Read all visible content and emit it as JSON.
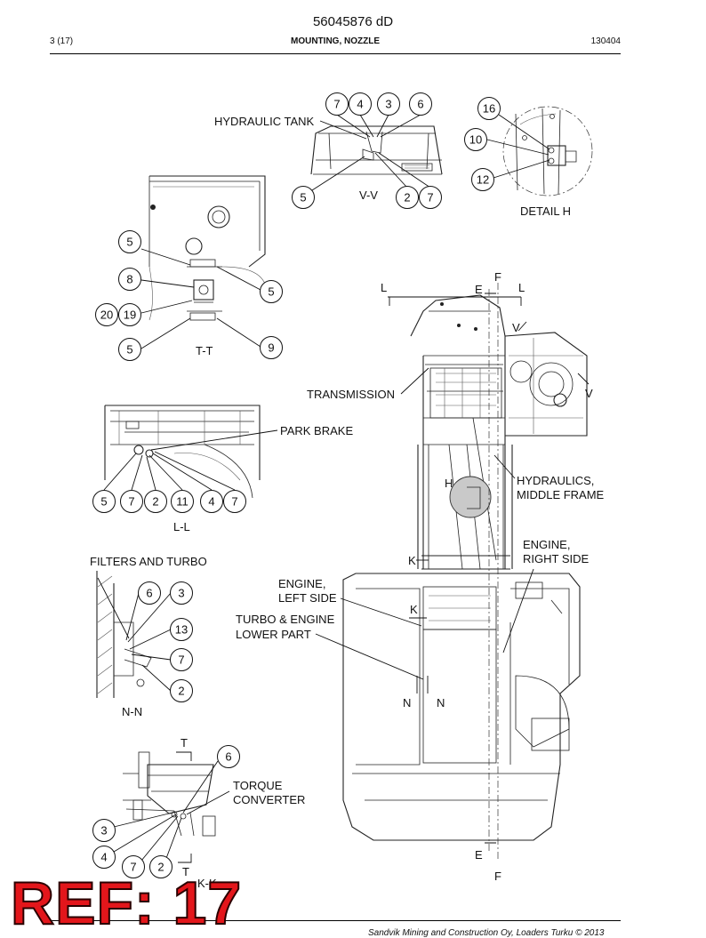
{
  "header": {
    "doc_number": "56045876 dD",
    "page": "3 (17)",
    "title": "MOUNTING, NOZZLE",
    "date": "130404"
  },
  "views": {
    "vv": {
      "title": "HYDRAULIC TANK",
      "caption": "V-V",
      "callouts": [
        "7",
        "4",
        "3",
        "6",
        "5",
        "2",
        "7"
      ]
    },
    "detail_h": {
      "caption": "DETAIL H",
      "callouts": [
        "16",
        "10",
        "12"
      ]
    },
    "tt": {
      "caption": "T-T",
      "callouts": [
        "5",
        "8",
        "5",
        "20",
        "19",
        "5",
        "9"
      ]
    },
    "ll": {
      "title": "PARK BRAKE",
      "caption": "L-L",
      "callouts": [
        "5",
        "7",
        "2",
        "11",
        "4",
        "7"
      ]
    },
    "nn": {
      "title": "FILTERS AND TURBO",
      "caption": "N-N",
      "callouts": [
        "6",
        "3",
        "13",
        "7",
        "2"
      ]
    },
    "kk": {
      "title_line1": "TORQUE",
      "title_line2": "CONVERTER",
      "caption": "K-K",
      "callouts": [
        "6",
        "3",
        "4",
        "7",
        "2"
      ],
      "section_letter": "T"
    }
  },
  "main_labels": {
    "transmission": "TRANSMISSION",
    "hydraulics_line1": "HYDRAULICS,",
    "hydraulics_line2": "MIDDLE FRAME",
    "engine_right_line1": "ENGINE,",
    "engine_right_line2": "RIGHT SIDE",
    "engine_left_line1": "ENGINE,",
    "engine_left_line2": "LEFT SIDE",
    "turbo_line1": "TURBO & ENGINE",
    "turbo_line2": "LOWER PART"
  },
  "section_marks": {
    "L": "L",
    "E": "E",
    "F": "F",
    "V": "V",
    "H": "H",
    "K": "K",
    "N": "N"
  },
  "stamp": "REF: 17",
  "footer": "Sandvik Mining and Construction Oy, Loaders Turku © 2013"
}
